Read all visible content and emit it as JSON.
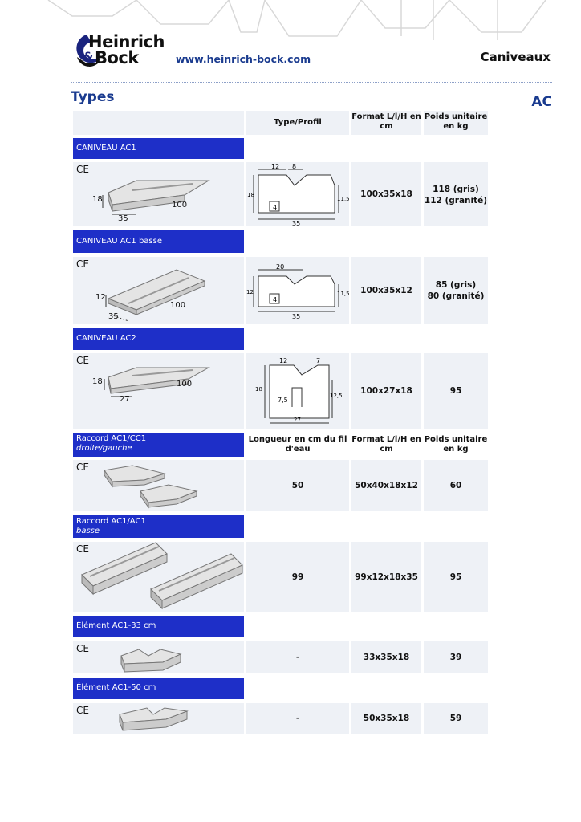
{
  "header": {
    "logo_line1": "Heinrich",
    "logo_amp": "&",
    "logo_line2": "Bock",
    "url": "www.heinrich-bock.com",
    "category": "Caniveaux"
  },
  "section_title": "Types",
  "section_code": "AC",
  "columns_1": [
    "Type/Profil",
    "Format L/l/H en cm",
    "Poids unitaire en kg"
  ],
  "columns_2": [
    "Longueur en cm du fil d'eau",
    "Format L/l/H en cm",
    "Poids unitaire en kg"
  ],
  "ce_mark": "CE",
  "products": [
    {
      "name": "CANIVEAU AC1",
      "format": "100x35x18",
      "weight_1": "118 (gris)",
      "weight_2": "112 (granité)",
      "dims": [
        "18",
        "100",
        "35"
      ],
      "profile": [
        "12",
        "8",
        "18",
        "11,5",
        "4",
        "35"
      ]
    },
    {
      "name": "CANIVEAU AC1 basse",
      "format": "100x35x12",
      "weight_1": "85 (gris)",
      "weight_2": "80 (granité)",
      "dims": [
        "12",
        "100",
        "35"
      ],
      "profile": [
        "20",
        "12",
        "11,5",
        "4",
        "35"
      ]
    },
    {
      "name": "CANIVEAU AC2",
      "format": "100x27x18",
      "weight_1": "95",
      "dims": [
        "18",
        "100",
        "27"
      ],
      "profile": [
        "12",
        "7",
        "18",
        "7,5",
        "12,5",
        "27"
      ]
    },
    {
      "name": "Raccord AC1/CC1",
      "subtitle": "droite/gauche",
      "length": "50",
      "format": "50x40x18x12",
      "weight_1": "60"
    },
    {
      "name": "Raccord AC1/AC1",
      "subtitle": "basse",
      "length": "99",
      "format": "99x12x18x35",
      "weight_1": "95"
    },
    {
      "name": "Élément AC1-33 cm",
      "length": "-",
      "format": "33x35x18",
      "weight_1": "39"
    },
    {
      "name": "Élément AC1-50 cm",
      "length": "-",
      "format": "50x35x18",
      "weight_1": "59"
    }
  ],
  "colors": {
    "accent_blue": "#1e2fc8",
    "title_blue": "#1a3b8f",
    "cell_bg": "#eef1f6"
  }
}
